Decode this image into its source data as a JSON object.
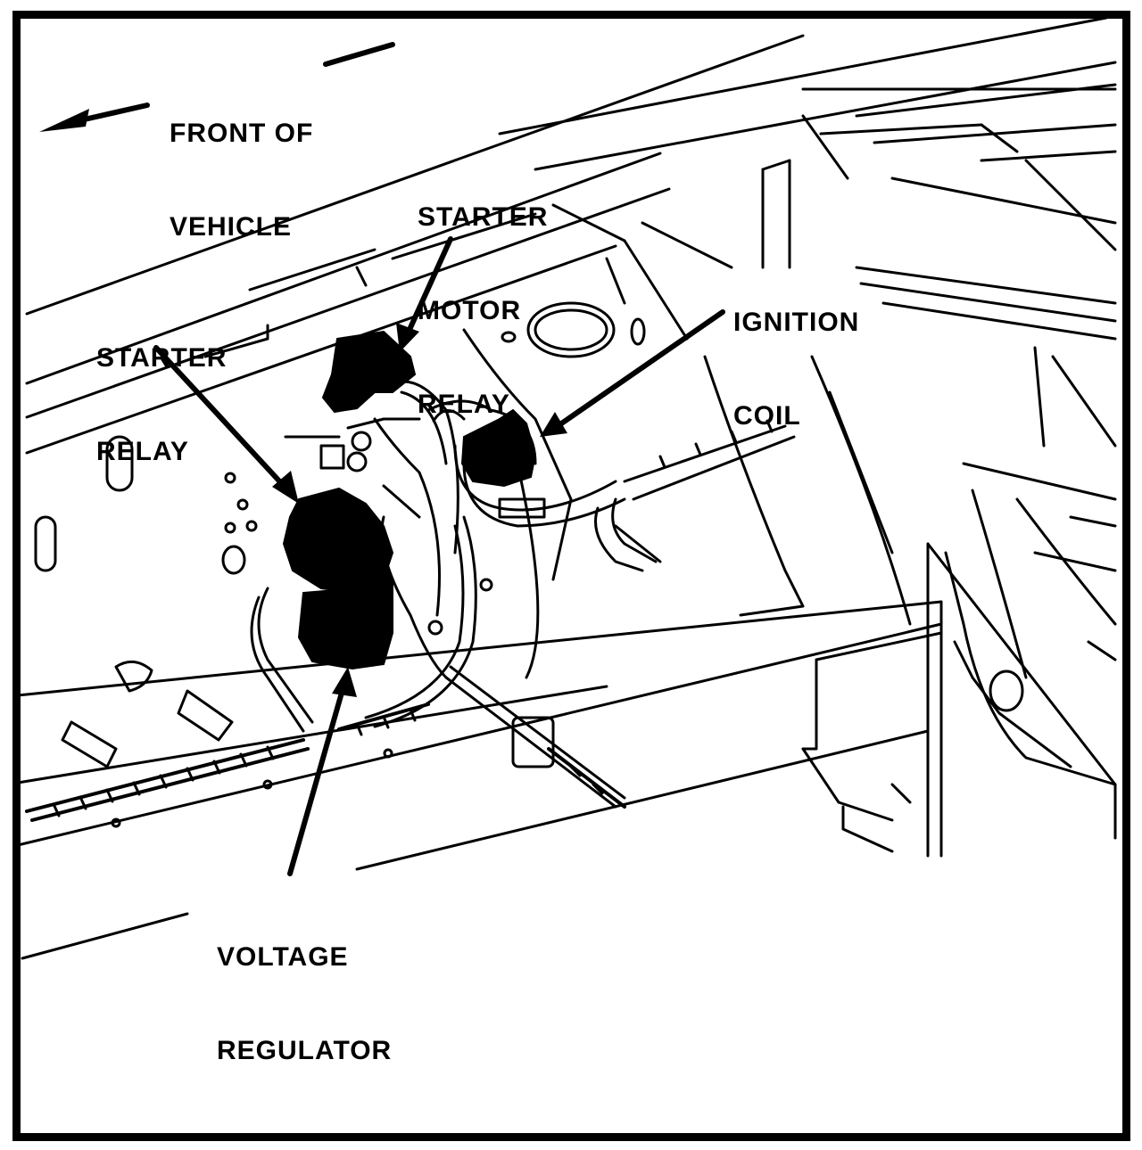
{
  "labels": {
    "front_of_vehicle": [
      "FRONT OF",
      "VEHICLE"
    ],
    "starter_motor_relay": [
      "STARTER",
      "MOTOR",
      "RELAY"
    ],
    "starter_relay": [
      "STARTER",
      "RELAY"
    ],
    "ignition_coil": [
      "IGNITION",
      "COIL"
    ],
    "voltage_regulator": [
      "VOLTAGE",
      "REGULATOR"
    ]
  },
  "colors": {
    "ink": "#000000",
    "paper": "#ffffff"
  }
}
